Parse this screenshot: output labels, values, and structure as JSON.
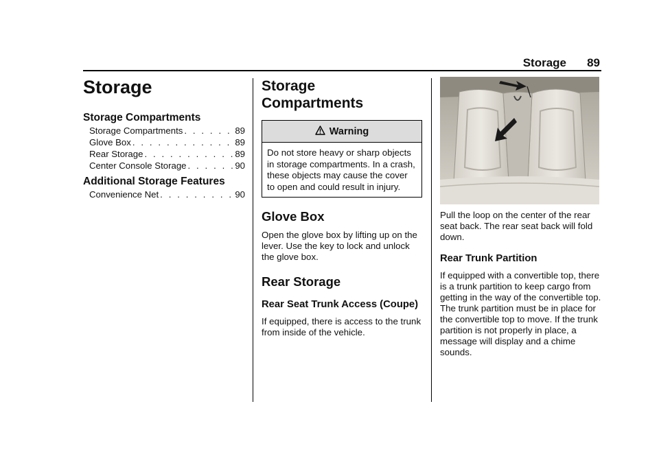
{
  "header": {
    "title": "Storage",
    "page_number": "89"
  },
  "toc": {
    "chapter_title": "Storage",
    "sections": [
      {
        "title": "Storage Compartments",
        "entries": [
          {
            "label": "Storage Compartments",
            "page": "89"
          },
          {
            "label": "Glove Box",
            "page": "89"
          },
          {
            "label": "Rear Storage",
            "page": "89"
          },
          {
            "label": "Center Console Storage",
            "page": "90"
          }
        ]
      },
      {
        "title": "Additional Storage Features",
        "entries": [
          {
            "label": "Convenience Net",
            "page": "90"
          }
        ]
      }
    ]
  },
  "storage_compartments": {
    "heading_line1": "Storage",
    "heading_line2": "Compartments",
    "warning": {
      "title": "Warning",
      "icon": "warning-triangle-icon",
      "body": "Do not store heavy or sharp objects in storage compartments. In a crash, these objects may cause the cover to open and could result in injury."
    }
  },
  "glove_box": {
    "heading": "Glove Box",
    "text": "Open the glove box by lifting up on the lever. Use the key to lock and unlock the glove box."
  },
  "rear_storage": {
    "heading": "Rear Storage",
    "subheading": "Rear Seat Trunk Access (Coupe)",
    "text": "If equipped, there is access to the trunk from inside of the vehicle."
  },
  "rear_seat_image": {
    "description_icon": "rear-seat-photo"
  },
  "rear_seat_text": "Pull the loop on the center of the rear seat back. The rear seat back will fold down.",
  "rear_trunk_partition": {
    "heading": "Rear Trunk Partition",
    "text": "If equipped with a convertible top, there is a trunk partition to keep cargo from getting in the way of the convertible top. The trunk partition must be in place for the convertible top to move. If the trunk partition is not properly in place, a message will display and a chime sounds."
  }
}
